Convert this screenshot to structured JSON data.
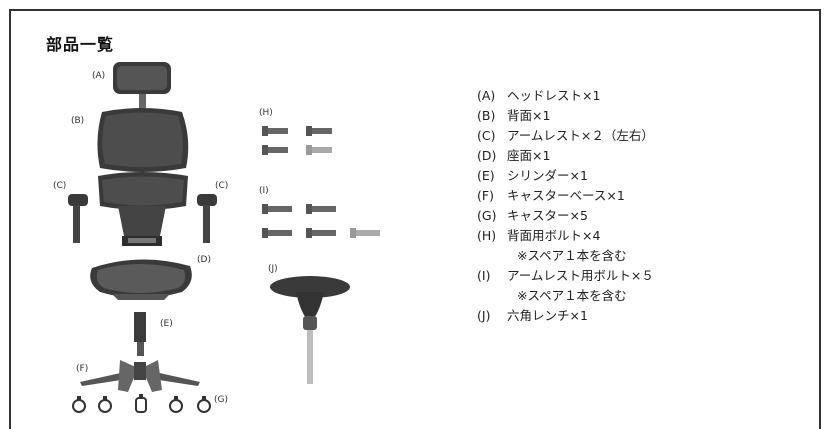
{
  "title": "部品一覧",
  "diagram_labels": {
    "A": "(A)",
    "B": "(B)",
    "C_left": "(C)",
    "C_right": "(C)",
    "D": "(D)",
    "E": "(E)",
    "F": "(F)",
    "G": "(G)",
    "H": "(H)",
    "I": "(I)",
    "J": "(J)"
  },
  "parts": [
    {
      "key": "(A)",
      "name": "ヘッドレスト×1"
    },
    {
      "key": "(B)",
      "name": "背面×1"
    },
    {
      "key": "(C)",
      "name": "アームレスト×２（左右）"
    },
    {
      "key": "(D)",
      "name": "座面×1"
    },
    {
      "key": "(E)",
      "name": "シリンダー×1"
    },
    {
      "key": "(F)",
      "name": "キャスターベース×1"
    },
    {
      "key": "(G)",
      "name": "キャスター×5"
    },
    {
      "key": "(H)",
      "name": "背面用ボルト×4",
      "note": "※スペア１本を含む"
    },
    {
      "key": "(I)",
      "name": "アームレスト用ボルト×５",
      "note": "※スペア１本を含む"
    },
    {
      "key": "(J)",
      "name": "六角レンチ×1"
    }
  ]
}
